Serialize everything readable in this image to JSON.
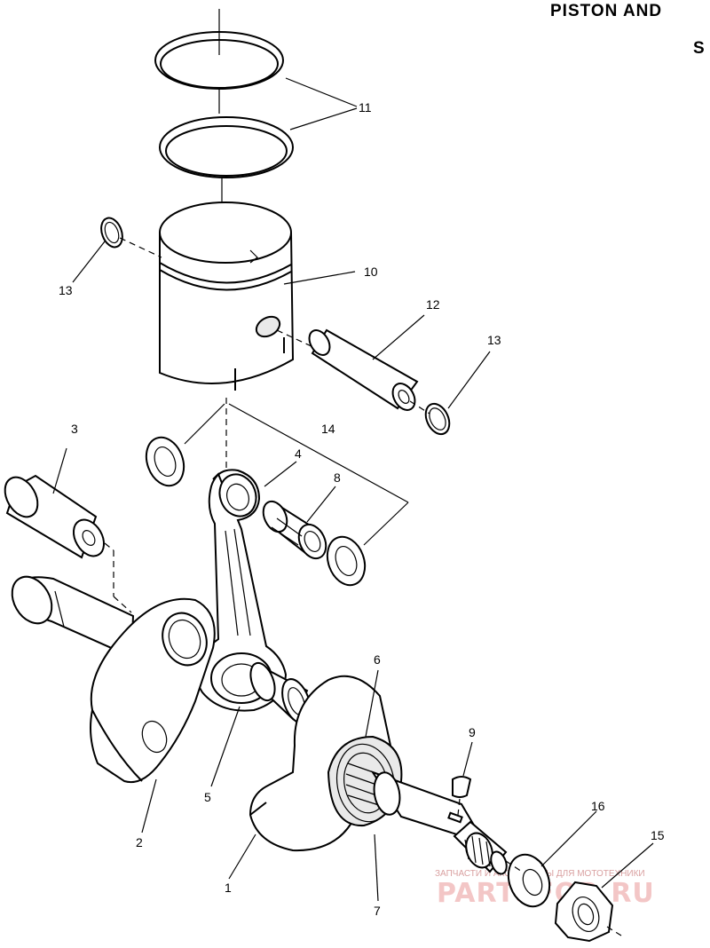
{
  "header": {
    "title": "PISTON AND",
    "subtitle": "S"
  },
  "callouts": {
    "c1": "1",
    "c2": "2",
    "c3": "3",
    "c4": "4",
    "c5": "5",
    "c6": "6",
    "c7": "7",
    "c8": "8",
    "c9": "9",
    "c10": "10",
    "c11": "11",
    "c12": "12",
    "c13a": "13",
    "c13b": "13",
    "c14": "14",
    "c15": "15",
    "c16": "16"
  },
  "watermark": {
    "tagline": "ЗАПЧАСТИ И АКСЕССУАРЫ ДЛЯ МОТОТЕХНИКИ",
    "brand": "PARTSFOR.RU"
  }
}
